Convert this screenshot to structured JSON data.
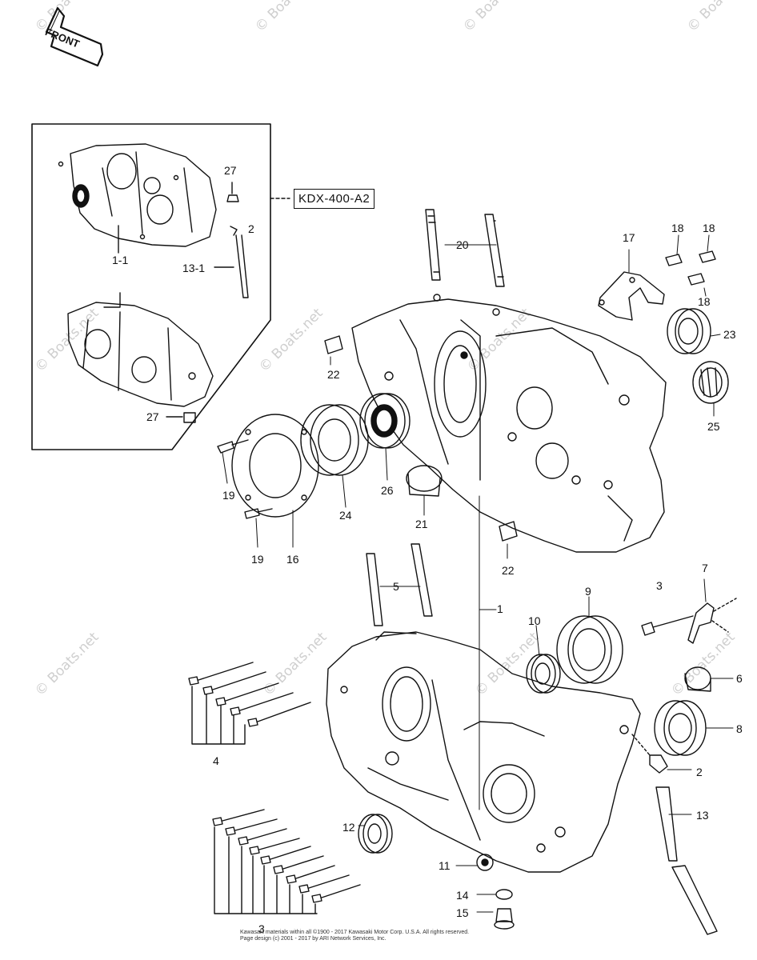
{
  "front_label": "FRONT",
  "model_label": "KDX-400-A2",
  "watermark_text": "© Boats.net",
  "copyright": {
    "line1": "Kawasaki materials within all ©1900 - 2017  Kawasaki Motor Corp. U.S.A.  All rights reserved.",
    "line2": "Page design (c) 2001 - 2017 by ARI Network Services, Inc."
  },
  "callouts": [
    {
      "id": "c27a",
      "text": "27"
    },
    {
      "id": "c2a",
      "text": "2"
    },
    {
      "id": "c11",
      "text": "1-1"
    },
    {
      "id": "c131",
      "text": "13-1"
    },
    {
      "id": "c27b",
      "text": "27"
    },
    {
      "id": "c20",
      "text": "20"
    },
    {
      "id": "c17",
      "text": "17"
    },
    {
      "id": "c18a",
      "text": "18"
    },
    {
      "id": "c18b",
      "text": "18"
    },
    {
      "id": "c18c",
      "text": "18"
    },
    {
      "id": "c23",
      "text": "23"
    },
    {
      "id": "c25",
      "text": "25"
    },
    {
      "id": "c22a",
      "text": "22"
    },
    {
      "id": "c19a",
      "text": "19"
    },
    {
      "id": "c24",
      "text": "24"
    },
    {
      "id": "c26",
      "text": "26"
    },
    {
      "id": "c21",
      "text": "21"
    },
    {
      "id": "c19b",
      "text": "19"
    },
    {
      "id": "c16",
      "text": "16"
    },
    {
      "id": "c22b",
      "text": "22"
    },
    {
      "id": "c5",
      "text": "5"
    },
    {
      "id": "c1",
      "text": "1"
    },
    {
      "id": "c9",
      "text": "9"
    },
    {
      "id": "c3a",
      "text": "3"
    },
    {
      "id": "c7",
      "text": "7"
    },
    {
      "id": "c10",
      "text": "10"
    },
    {
      "id": "c6",
      "text": "6"
    },
    {
      "id": "c8",
      "text": "8"
    },
    {
      "id": "c4",
      "text": "4"
    },
    {
      "id": "c2b",
      "text": "2"
    },
    {
      "id": "c12",
      "text": "12"
    },
    {
      "id": "c13",
      "text": "13"
    },
    {
      "id": "c11b",
      "text": "11"
    },
    {
      "id": "c14",
      "text": "14"
    },
    {
      "id": "c15",
      "text": "15"
    },
    {
      "id": "c3b",
      "text": "3"
    }
  ]
}
